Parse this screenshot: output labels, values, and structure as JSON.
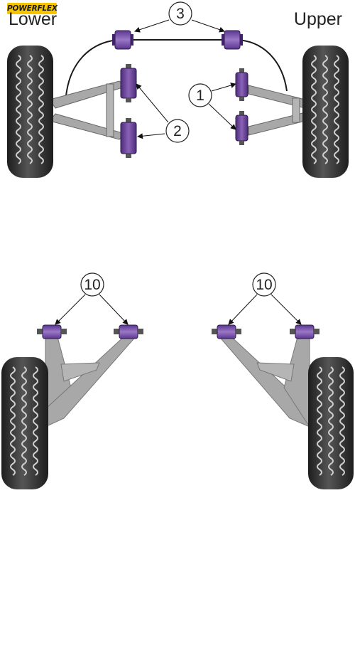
{
  "brand": {
    "logo_text": "POWERFLEX"
  },
  "labels": {
    "lower": "Lower",
    "upper": "Upper"
  },
  "callouts": {
    "c1": "1",
    "c2": "2",
    "c3": "3",
    "c10a": "10",
    "c10b": "10"
  },
  "colors": {
    "bushing_purple": "#7a52a6",
    "bushing_shadow": "#3f2266",
    "arm_grey": "#a8a8a8",
    "tyre_dark": "#3b3b3b",
    "logo_yellow": "#f6c500"
  }
}
